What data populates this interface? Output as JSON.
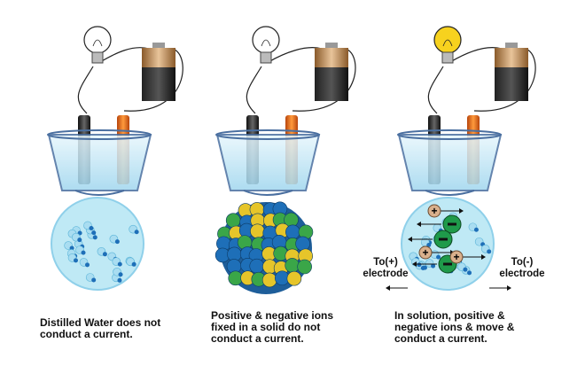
{
  "panels": [
    {
      "caption_lines": [
        "Distilled Water does not",
        "conduct a current."
      ],
      "bulb_lit": false,
      "contents": "water"
    },
    {
      "caption_lines": [
        "Positive & negative ions",
        "fixed in a solid do not",
        "conduct a current."
      ],
      "bulb_lit": false,
      "contents": "solid"
    },
    {
      "caption_lines": [
        "In solution, positive &",
        "negative ions & move &",
        "conduct a current."
      ],
      "bulb_lit": true,
      "contents": "solution"
    }
  ],
  "labels": {
    "to_positive": [
      "To(+)",
      "electrode"
    ],
    "to_negative": [
      "To(-)",
      "electrode"
    ]
  },
  "symbols": {
    "plus": "+",
    "minus": "−"
  },
  "colors": {
    "water": "#bfe9f5",
    "bulb_lit": "#f7d21e",
    "anion": "#1f9a4a",
    "cation": "#d9b08c",
    "electrode_pos": "#e8731c",
    "electrode_neg": "#2a2a2a",
    "ion_blue": "#1e6fb8",
    "ion_yellow": "#e6c52a",
    "ion_green": "#3aa648"
  }
}
